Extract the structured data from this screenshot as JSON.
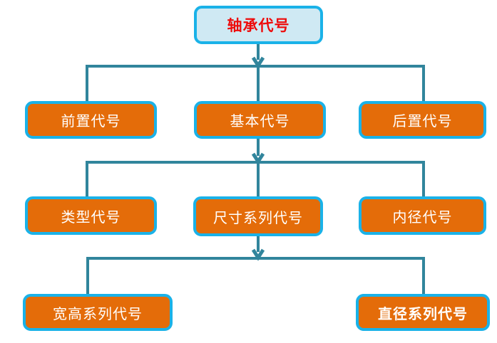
{
  "diagram": {
    "type": "flowchart-hierarchy",
    "root": {
      "label": "轴承代号"
    },
    "level2": [
      {
        "label": "前置代号"
      },
      {
        "label": "基本代号"
      },
      {
        "label": "后置代号"
      }
    ],
    "level3": [
      {
        "label": "类型代号"
      },
      {
        "label": "尺寸系列代号"
      },
      {
        "label": "内径代号"
      }
    ],
    "level4": [
      {
        "label": "宽高系列代号"
      },
      {
        "label": "直径系列代号"
      }
    ],
    "edges": [
      {
        "from": "轴承代号",
        "to": [
          "前置代号",
          "基本代号",
          "后置代号"
        ]
      },
      {
        "from": "基本代号",
        "to": [
          "类型代号",
          "尺寸系列代号",
          "内径代号"
        ]
      },
      {
        "from": "尺寸系列代号",
        "to": [
          "宽高系列代号",
          "直径系列代号"
        ]
      }
    ],
    "emphasized_nodes": [
      "轴承代号",
      "直径系列代号"
    ]
  },
  "colors": {
    "connector": "#31859c",
    "node_fill": "#e46c09",
    "node_border": "#1ab2e8",
    "node_text": "#ffffff",
    "root_fill": "#cfe9f3",
    "root_text": "#ee0a0a",
    "background": "#ffffff"
  }
}
